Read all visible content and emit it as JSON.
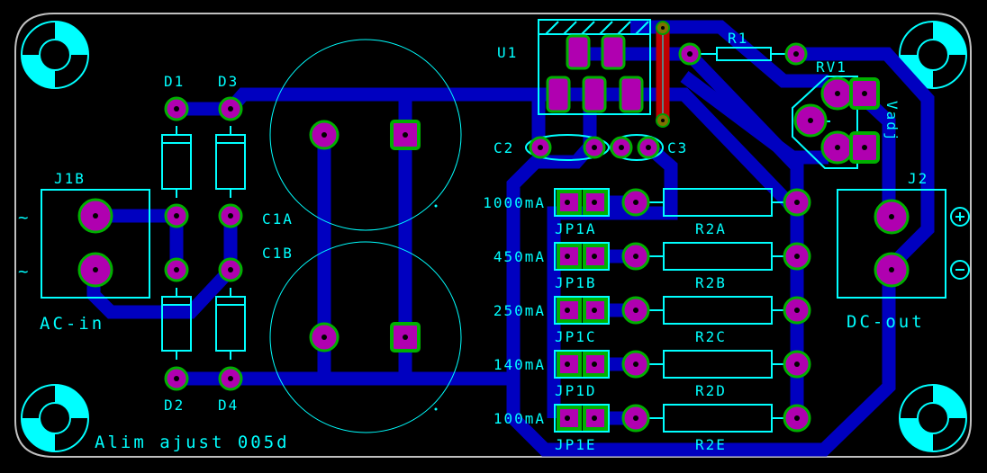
{
  "board": {
    "title": "Alim ajust 005d",
    "colors": {
      "background": "#000000",
      "board_outline": "#c0c0c0",
      "silkscreen": "#00ffff",
      "copper_trace": "#0000c0",
      "top_trace": "#c00000",
      "pad": "#b000b0",
      "pad_ring": "#00b000"
    }
  },
  "components": {
    "J1B": {
      "ref": "J1B",
      "label": "AC-in",
      "pin_symbols": [
        "~",
        "~"
      ]
    },
    "J2": {
      "ref": "J2",
      "label": "DC-out",
      "pin_symbols": [
        "+",
        "-"
      ]
    },
    "D1": {
      "ref": "D1"
    },
    "D2": {
      "ref": "D2"
    },
    "D3": {
      "ref": "D3"
    },
    "D4": {
      "ref": "D4"
    },
    "C1A": {
      "ref": "C1A"
    },
    "C1B": {
      "ref": "C1B"
    },
    "C2": {
      "ref": "C2"
    },
    "C3": {
      "ref": "C3"
    },
    "U1": {
      "ref": "U1"
    },
    "R1": {
      "ref": "R1"
    },
    "RV1": {
      "ref": "RV1",
      "label": "Vadj"
    },
    "jumpers": [
      {
        "ref": "JP1A",
        "current": "1000mA",
        "resistor": "R2A"
      },
      {
        "ref": "JP1B",
        "current": "450mA",
        "resistor": "R2B"
      },
      {
        "ref": "JP1C",
        "current": "250mA",
        "resistor": "R2C"
      },
      {
        "ref": "JP1D",
        "current": "140mA",
        "resistor": "R2D"
      },
      {
        "ref": "JP1E",
        "current": "100mA",
        "resistor": "R2E"
      }
    ]
  },
  "icons": {
    "mounting_hole": "mounting-hole-icon",
    "ac_symbol": "~"
  }
}
